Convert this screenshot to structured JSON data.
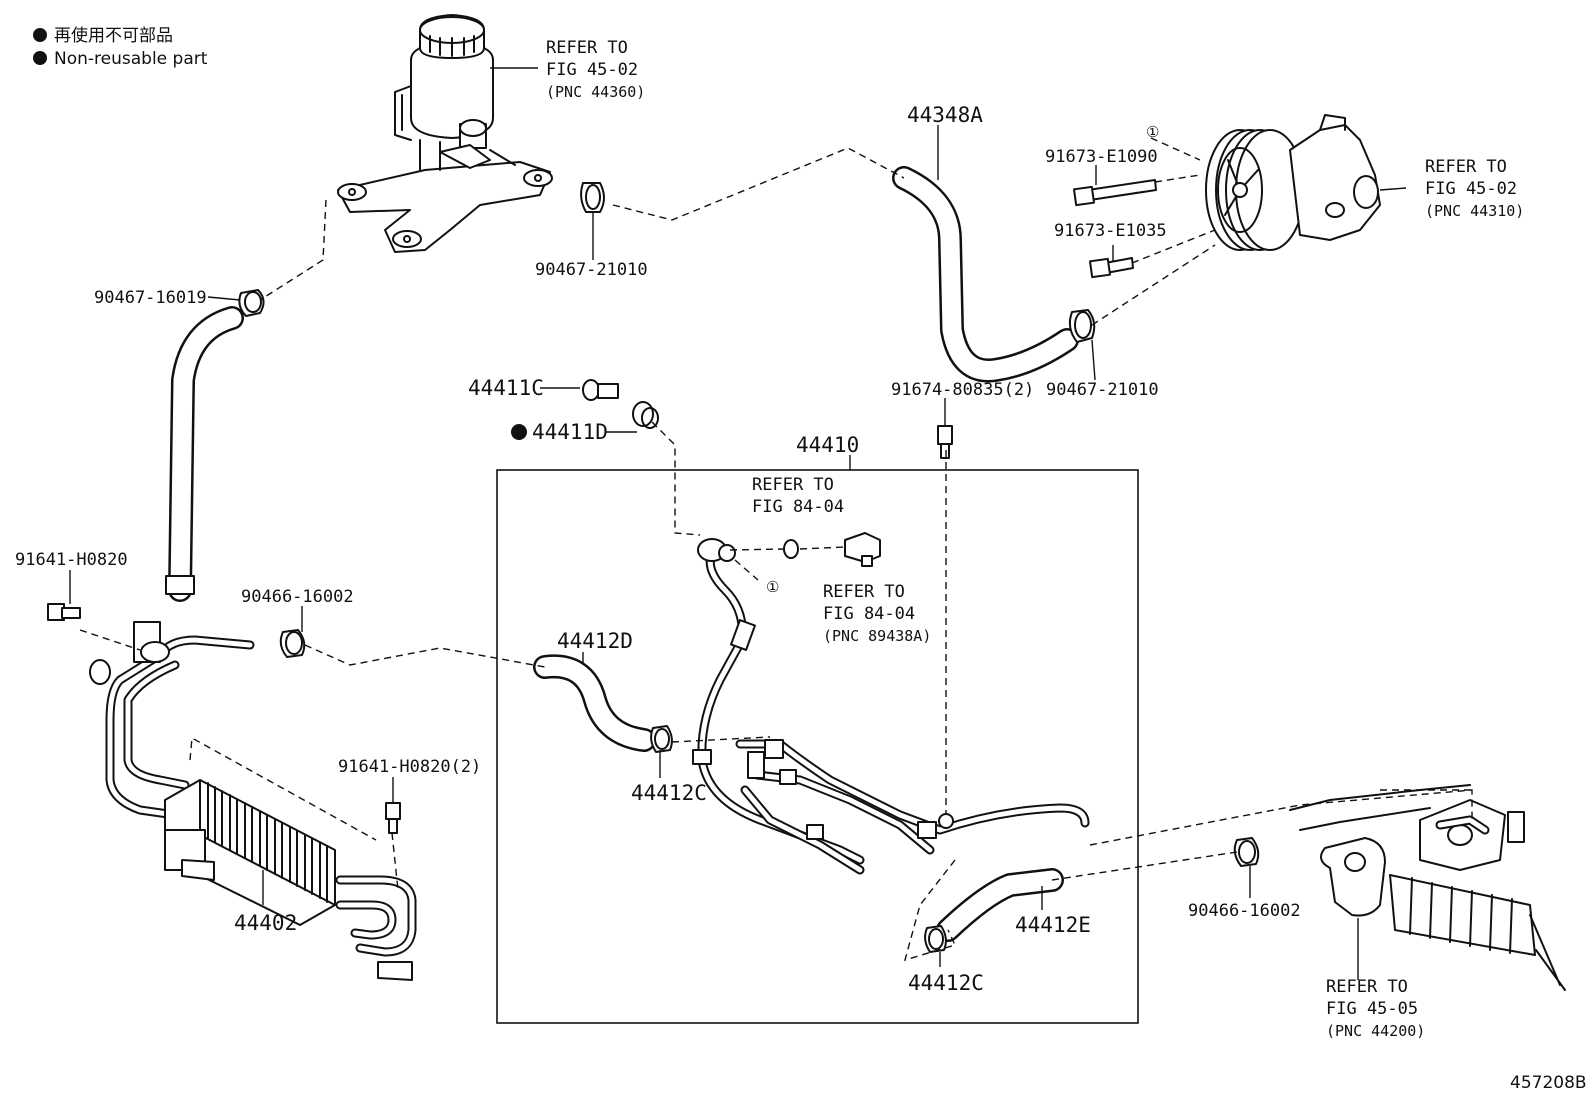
{
  "legend": {
    "japanese": "再使用不可部品",
    "english": "Non-reusable part"
  },
  "labels": {
    "refer_45_02_top_l1": "REFER TO",
    "refer_45_02_top_l2": "FIG 45-02",
    "refer_45_02_top_l3": "(PNC 44360)",
    "p44348A": "44348A",
    "p91673_E1090": "91673-E1090",
    "circled_one_top": "①",
    "refer_45_02_right_l1": "REFER TO",
    "refer_45_02_right_l2": "FIG 45-02",
    "refer_45_02_right_l3": "(PNC 44310)",
    "p91673_E1035": "91673-E1035",
    "p90467_21010_top": "90467-21010",
    "p90467_16019": "90467-16019",
    "p90467_21010_right": "90467-21010",
    "p91674_80835": "91674-80835(2)",
    "p44411C": "44411C",
    "p44411D": "44411D",
    "p44410": "44410",
    "refer_84_04_a_l1": "REFER TO",
    "refer_84_04_a_l2": "FIG 84-04",
    "circled_one_mid": "①",
    "refer_84_04_b_l1": "REFER TO",
    "refer_84_04_b_l2": "FIG 84-04",
    "refer_84_04_b_l3": "(PNC 89438A)",
    "p91641_H0820": "91641-H0820",
    "p90466_16002_left": "90466-16002",
    "p44412D": "44412D",
    "p44412C_mid": "44412C",
    "p91641_H0820_2": "91641-H0820(2)",
    "p44402": "44402",
    "p44412E": "44412E",
    "p44412C_bottom": "44412C",
    "p90466_16002_right": "90466-16002",
    "refer_45_05_l1": "REFER TO",
    "refer_45_05_l2": "FIG 45-05",
    "refer_45_05_l3": "(PNC 44200)",
    "illustration_id": "457208B"
  },
  "icons": {
    "non_reusable_marker": "filled-circle",
    "parts": [
      "reservoir",
      "bracket",
      "pump-pulley",
      "oil-cooler",
      "steering-gear",
      "hose-clamp",
      "bolt",
      "union-bolt",
      "gasket",
      "o-ring",
      "pressure-switch"
    ]
  },
  "colors": {
    "ink": "#111111",
    "background": "#ffffff"
  }
}
